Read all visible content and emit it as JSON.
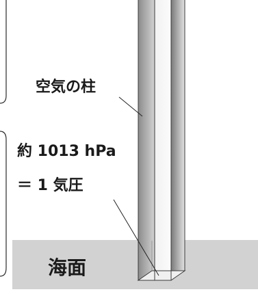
{
  "diagram": {
    "labels": {
      "air_column": "空気の柱",
      "pressure_value": "約 1013 hPa",
      "pressure_unit": "＝ 1 気圧",
      "sea_surface": "海面"
    },
    "colors": {
      "sea": "#d2d2d2",
      "column_dark": "#7d7d7d",
      "column_light": "#d6d6d6",
      "frame": "#2a2a2a"
    }
  }
}
